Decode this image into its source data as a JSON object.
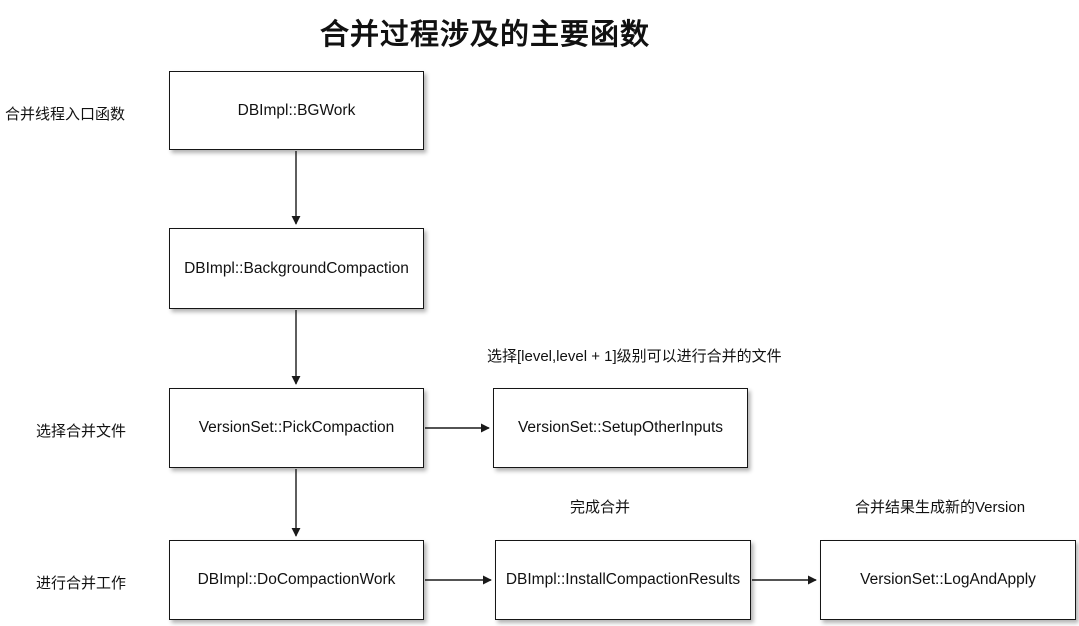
{
  "title": "合并过程涉及的主要函数",
  "row_labels": [
    {
      "text": "合并线程入口函数"
    },
    {
      "text": "选择合并文件"
    },
    {
      "text": "进行合并工作"
    }
  ],
  "nodes": [
    {
      "label": "DBImpl::BGWork"
    },
    {
      "label": "DBImpl::BackgroundCompaction"
    },
    {
      "label": "VersionSet::PickCompaction"
    },
    {
      "label": "VersionSet::SetupOtherInputs"
    },
    {
      "label": "DBImpl::DoCompactionWork"
    },
    {
      "label": "DBImpl::InstallCompactionResults"
    },
    {
      "label": "VersionSet::LogAndApply"
    }
  ],
  "annotations": [
    {
      "text": "选择[level,level + 1]级别可以进行合并的文件"
    },
    {
      "text": "完成合并"
    },
    {
      "text": "合并结果生成新的Version"
    }
  ],
  "colors": {
    "background": "#ffffff",
    "text": "#111111",
    "box_border": "#161616",
    "arrow": "#1a1a1a"
  }
}
